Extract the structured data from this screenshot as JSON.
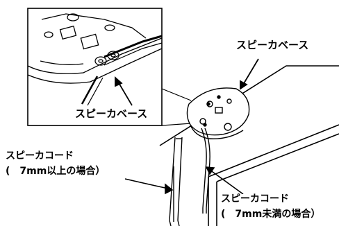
{
  "labels": {
    "inset_base": "スピーカベース",
    "main_base": "スピーカベース",
    "thick_cord_title": "スピーカコード",
    "thick_cord_sub": "(　7mm以上の場合）",
    "thin_cord_title": "スピーカコード",
    "thin_cord_sub": "(　7mm未満の場合）"
  }
}
